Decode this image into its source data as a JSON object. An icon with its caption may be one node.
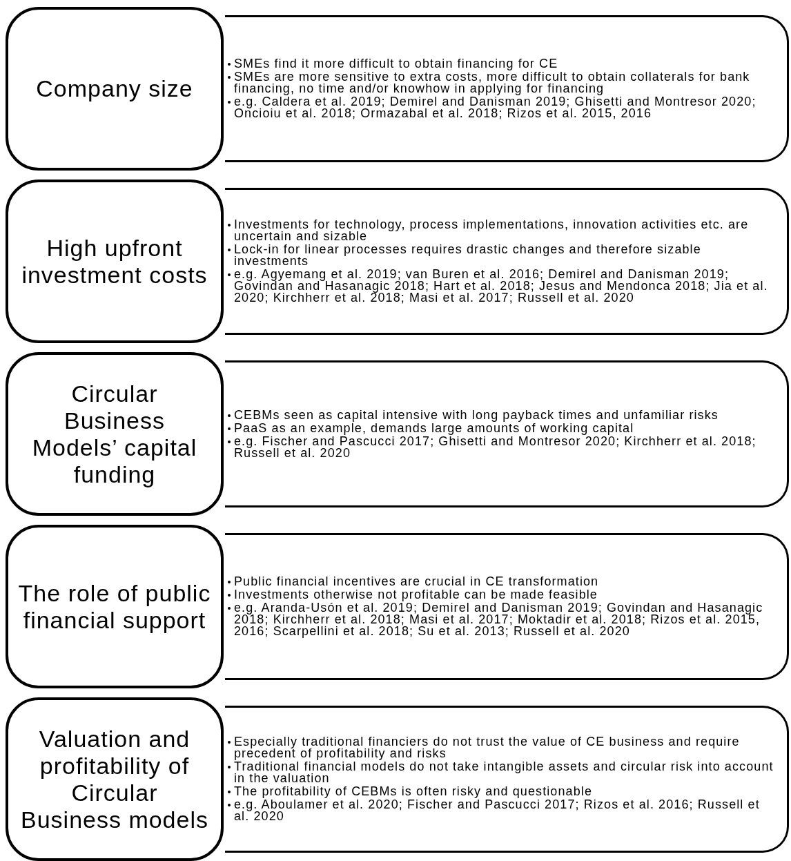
{
  "diagram": {
    "nodes": [
      {
        "text": [
          "Company size"
        ]
      },
      {
        "text": [
          "SMEs find it more difficult to obtain financing for CE",
          "SMEs are more sensitive to extra costs, more difficult to obtain collaterals for bank financing, no time and/or knowhow in applying for financing",
          "e.g. Caldera et al. 2019; Demirel and Danisman 2019; Ghisetti and Montresor 2020; Oncioiu et al. 2018; Ormazabal et al. 2018; Rizos et al. 2015, 2016"
        ]
      },
      {
        "text": [
          "High upfront investment costs"
        ]
      },
      {
        "text": [
          "Investments for technology, process implementations, innovation activities etc. are uncertain and sizable",
          "Lock-in for linear processes requires drastic changes and therefore sizable investments",
          "e.g. Agyemang et al. 2019; van Buren et al. 2016; Demirel and Danisman 2019; Govindan and Hasanagic 2018; Hart et al. 2018; Jesus and Mendonca 2018; Jia et al. 2020; Kirchherr et al. 2018; Masi et al. 2017; Russell et al. 2020"
        ]
      },
      {
        "text": [
          "Circular Business Models’ capital funding"
        ]
      },
      {
        "text": [
          "CEBMs seen as capital intensive with long payback times and unfamiliar risks",
          "PaaS as an example, demands large amounts of working capital",
          "e.g. Fischer and Pascucci 2017; Ghisetti and Montresor 2020; Kirchherr et al. 2018; Russell et al. 2020"
        ]
      },
      {
        "text": [
          "The role of public financial support"
        ]
      },
      {
        "text": [
          "Public financial incentives are crucial in CE transformation",
          "Investments otherwise not profitable can be made feasible",
          "e.g. Aranda-Usón et al. 2019; Demirel and Danisman 2019; Govindan and Hasanagic 2018; Kirchherr et al. 2018; Masi et al. 2017; Moktadir et al. 2018; Rizos et al. 2015, 2016; Scarpellini et al. 2018; Su et al. 2013; Russell et al. 2020"
        ]
      },
      {
        "text": [
          "Valuation and profitability of Circular Business models"
        ]
      },
      {
        "text": [
          "Especially traditional financiers do not trust the value of CE business and require precedent of profitability and risks",
          "Traditional financial models do not take intangible assets and circular risk into account in the valuation",
          "The profitability of CEBMs is often risky and questionable",
          "e.g. Aboulamer et al. 2020; Fischer and Pascucci 2017; Rizos et al. 2016; Russell et al. 2020"
        ]
      }
    ]
  }
}
